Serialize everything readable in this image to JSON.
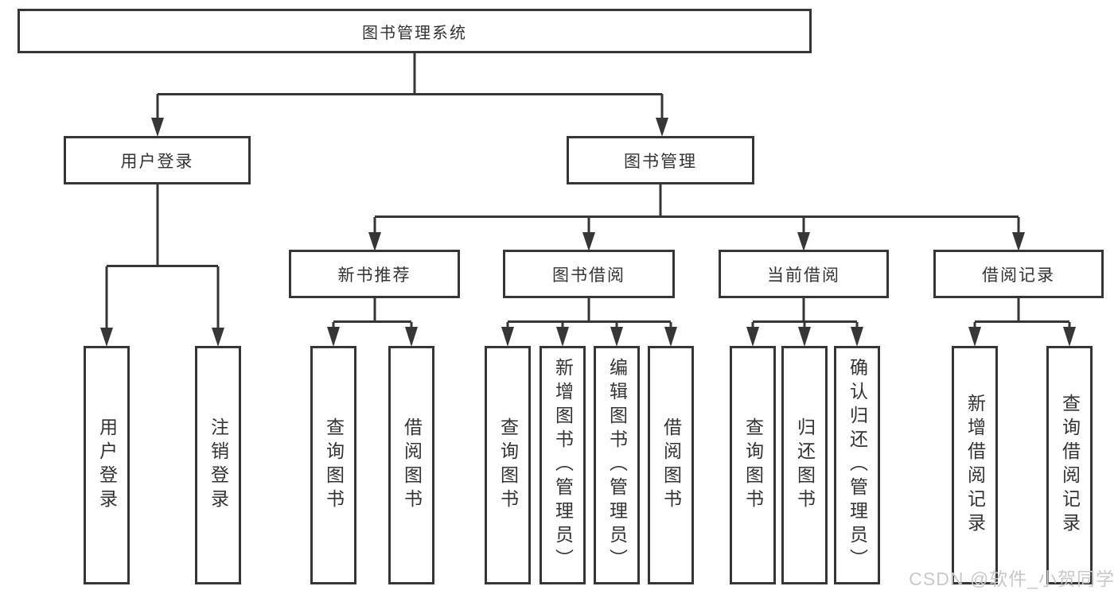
{
  "diagram_title": "图书管理系统",
  "colors": {
    "line": "#363636",
    "border": "#363636",
    "text": "#333333",
    "background": "#ffffff",
    "watermark": "#c9c9c9"
  },
  "tree": {
    "root": "图书管理系统",
    "branches": [
      {
        "label": "用户登录",
        "children": [
          "用户登录",
          "注销登录"
        ]
      },
      {
        "label": "图书管理",
        "groups": [
          {
            "label": "新书推荐",
            "children": [
              "查询图书",
              "借阅图书"
            ]
          },
          {
            "label": "图书借阅",
            "children": [
              "查询图书",
              "新增图书（管理员）",
              "编辑图书（管理员）",
              "借阅图书"
            ]
          },
          {
            "label": "当前借阅",
            "children": [
              "查询图书",
              "归还图书",
              "确认归还（管理员）"
            ]
          },
          {
            "label": "借阅记录",
            "children": [
              "新增借阅记录",
              "查询借阅记录"
            ]
          }
        ]
      }
    ]
  },
  "watermark": {
    "text": "CSDN @软件_小贺同学"
  }
}
